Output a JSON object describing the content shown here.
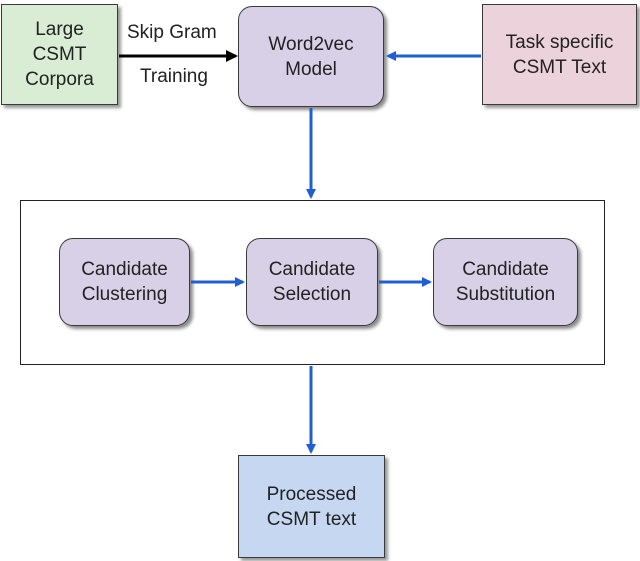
{
  "nodes": {
    "corpora": {
      "lines": [
        "Large",
        "CSMT",
        "Corpora"
      ],
      "fill": "#d9ecd4"
    },
    "word2vec": {
      "lines": [
        "Word2vec",
        "Model"
      ],
      "fill": "#d8d0e6"
    },
    "task_text": {
      "lines": [
        "Task specific",
        "CSMT Text"
      ],
      "fill": "#ecd2da"
    },
    "clustering": {
      "lines": [
        "Candidate",
        "Clustering"
      ],
      "fill": "#d8d0e6"
    },
    "selection": {
      "lines": [
        "Candidate",
        "Selection"
      ],
      "fill": "#d8d0e6"
    },
    "substitution": {
      "lines": [
        "Candidate",
        "Substitution"
      ],
      "fill": "#d8d0e6"
    },
    "processed": {
      "lines": [
        "Processed",
        "CSMT text"
      ],
      "fill": "#c6d7f1"
    }
  },
  "edges": {
    "skipgram_top": "Skip Gram",
    "skipgram_bottom": "Training"
  },
  "colors": {
    "arrow_blue": "#1f5fd1",
    "arrow_black": "#000000",
    "border": "#3a3a3a"
  }
}
